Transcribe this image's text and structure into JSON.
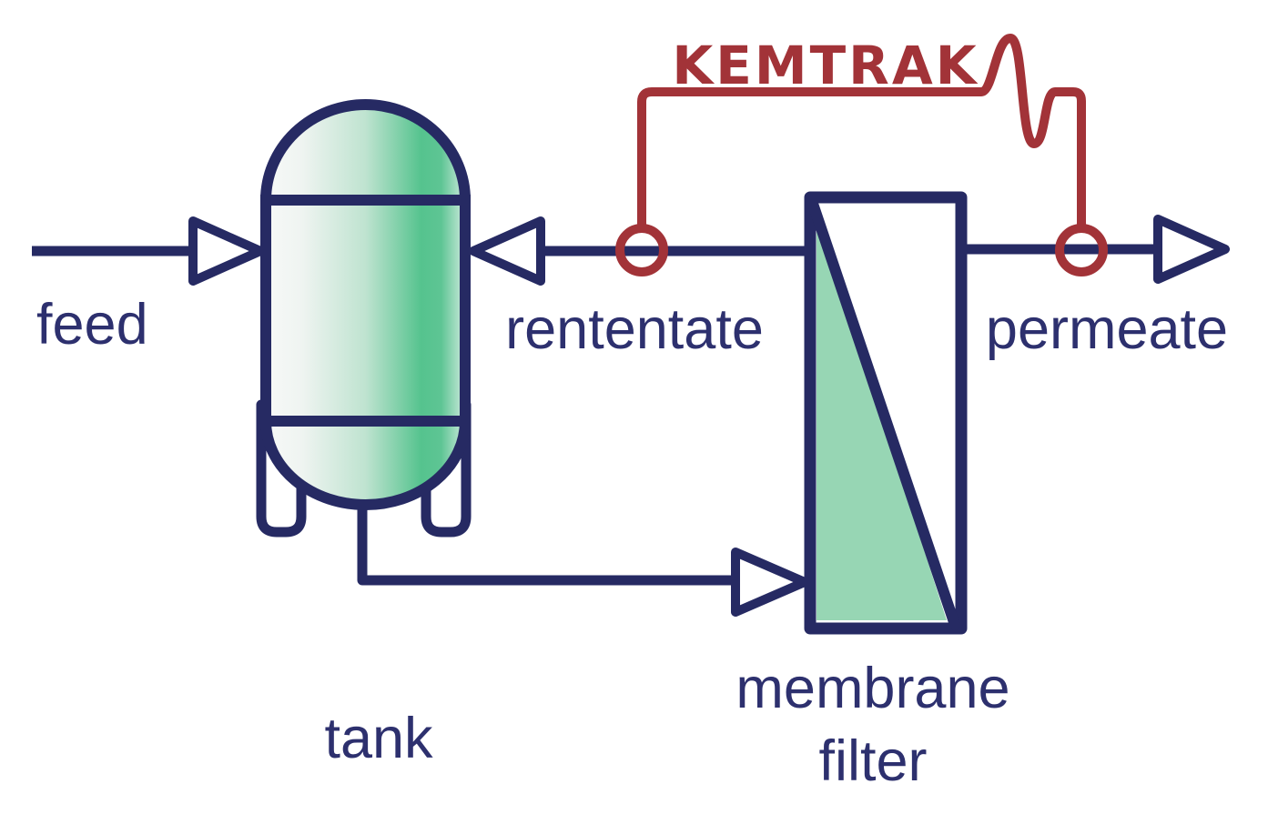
{
  "diagram": {
    "brand": "KEMTRAK",
    "labels": {
      "feed": "feed",
      "retentate": "rententate",
      "permeate": "permeate",
      "tank": "tank",
      "membrane_filter_line1": "membrane",
      "membrane_filter_line2": "filter"
    },
    "colors": {
      "line_navy": "#262a63",
      "text_navy": "#2d306e",
      "brand_red": "#a23338",
      "filter_green": "#97d6b4",
      "tank_green_strong": "#54c28d",
      "tank_green_light": "#eff4f1",
      "background": "#ffffff"
    }
  }
}
